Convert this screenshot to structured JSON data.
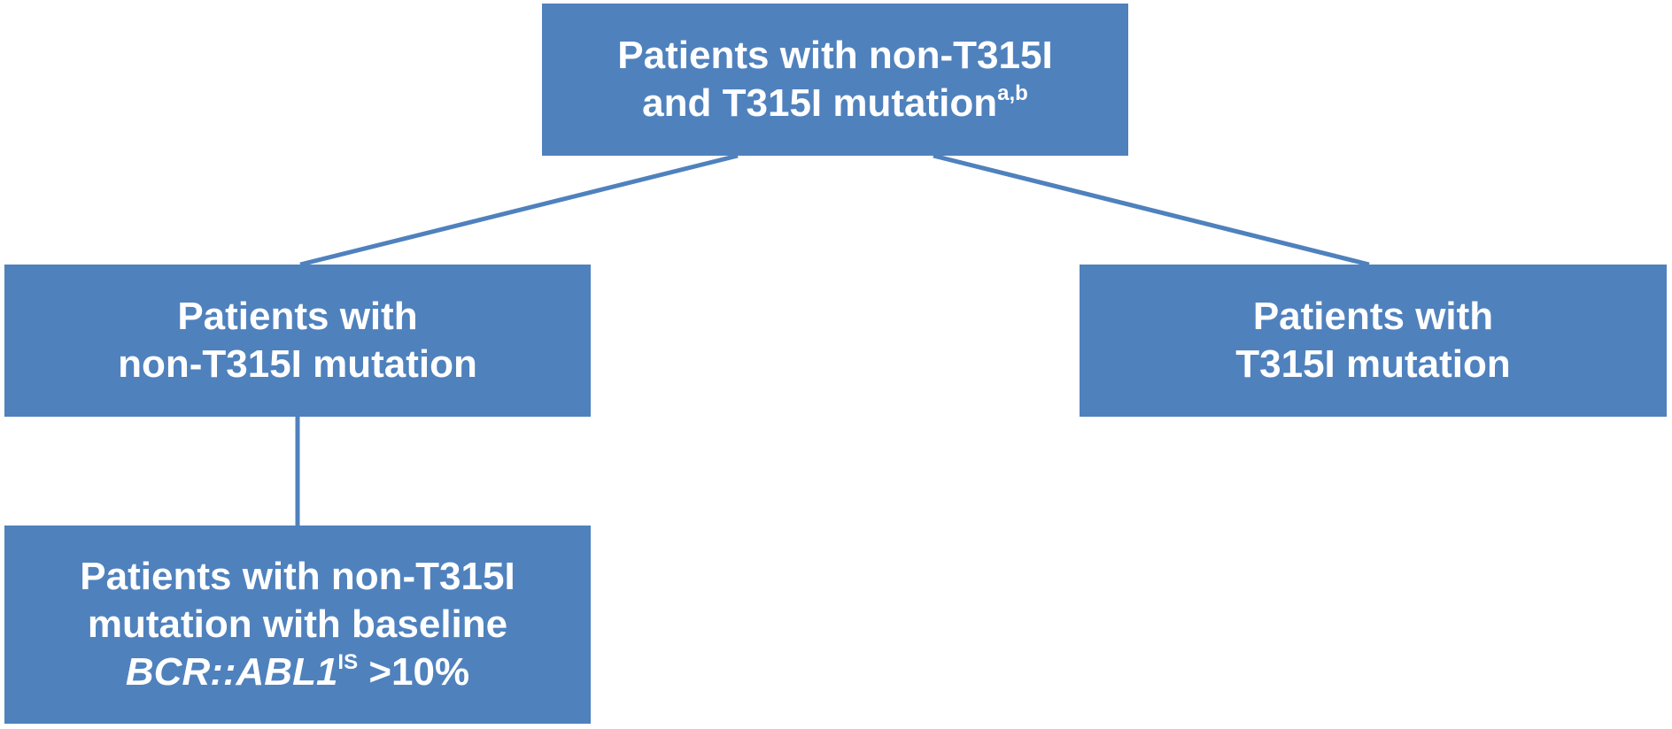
{
  "diagram": {
    "colors": {
      "box_fill": "#4f81bd",
      "connector": "#4f81bd",
      "text": "#ffffff"
    },
    "root": {
      "line1": "Patients with non-T315I",
      "line2_text": "and T315I mutation",
      "line2_sup": "a,b"
    },
    "left": {
      "line1": "Patients with",
      "line2": "non-T315I mutation"
    },
    "right": {
      "line1": "Patients with",
      "line2": "T315I mutation"
    },
    "bottom": {
      "line1": "Patients with non-T315I",
      "line2": "mutation with baseline",
      "line3_italic": "BCR::ABL1",
      "line3_sup": "IS",
      "line3_rest": " >10%"
    }
  }
}
